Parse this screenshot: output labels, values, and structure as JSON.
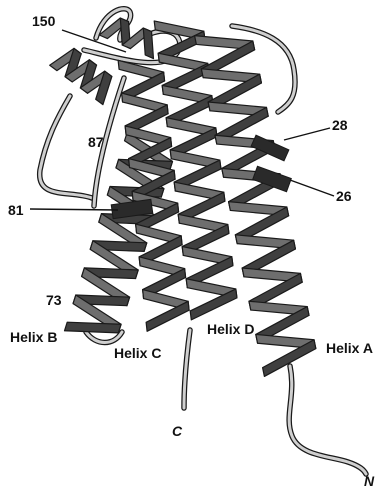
{
  "diagram": {
    "residue_labels": [
      "150",
      "87",
      "28",
      "81",
      "26",
      "73"
    ],
    "helix_labels": [
      "Helix B",
      "Helix C",
      "Helix D",
      "Helix A"
    ],
    "terminus_labels": {
      "c": "C",
      "n": "N"
    }
  },
  "colors": {
    "ribbon": "#6e6e6e",
    "ribbon_back": "#3f3f3f",
    "highlight": "#2a2a2a",
    "coil": "#cfcfcf",
    "outline": "#1a1a1a",
    "leader": "#111111"
  }
}
